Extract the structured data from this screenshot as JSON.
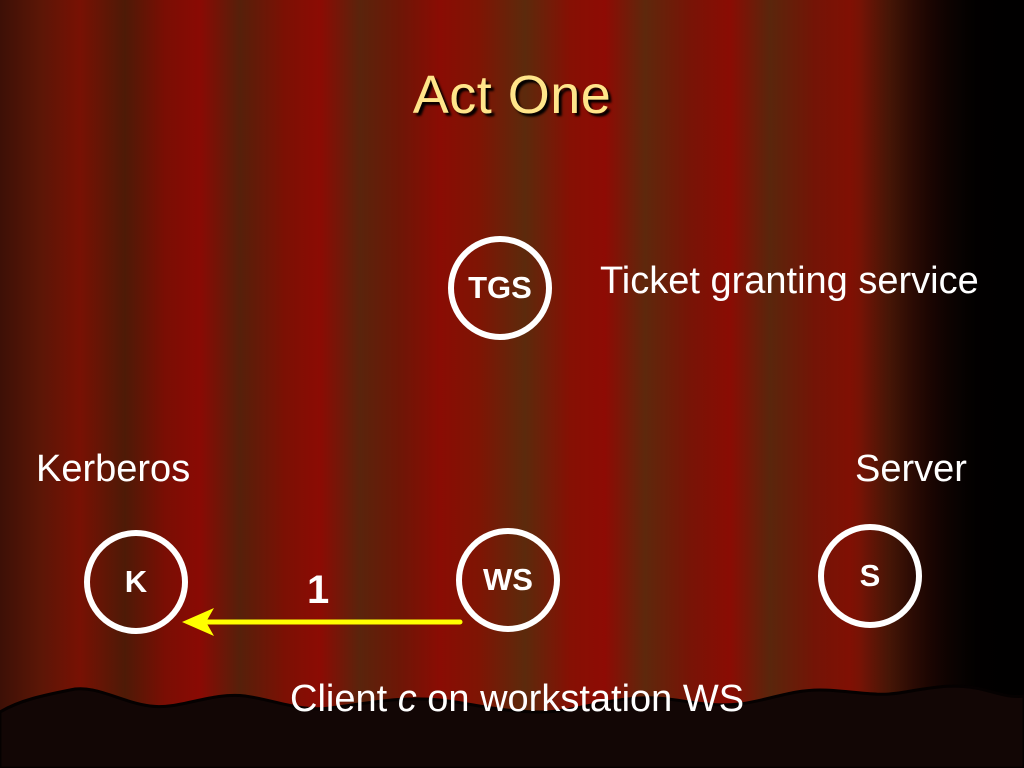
{
  "slide": {
    "title": "Act One",
    "nodes": {
      "tgs": {
        "text": "TGS",
        "caption": "Ticket granting service"
      },
      "kerberos": {
        "text": "K",
        "caption": "Kerberos"
      },
      "workstation": {
        "text": "WS"
      },
      "server": {
        "text": "S",
        "caption": "Server"
      }
    },
    "message": {
      "number": "1",
      "from": "WS",
      "to": "K",
      "color": "#ffff00"
    },
    "client_caption": {
      "prefix": "Client ",
      "variable": "c",
      "suffix": " on workstation WS"
    }
  },
  "colors": {
    "title": "#ffe58a",
    "node_ring": "#ffffff",
    "arrow": "#ffff00",
    "curtain": "#8a0c04"
  }
}
